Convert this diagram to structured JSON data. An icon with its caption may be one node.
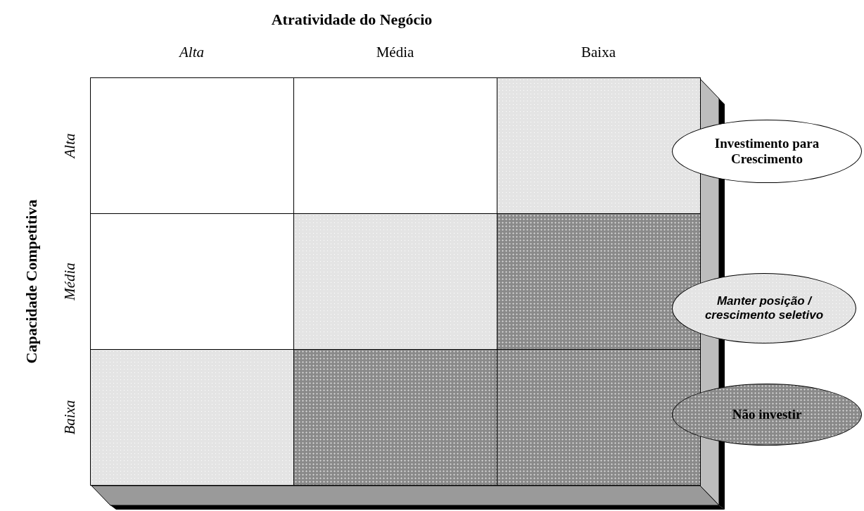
{
  "diagram": {
    "nodes": [
      {
        "text": [],
        "shape": "box"
      },
      {
        "text": [],
        "shape": "box"
      },
      {
        "text": [],
        "shape": "box"
      },
      {
        "text": [],
        "shape": "box"
      },
      {
        "text": [],
        "shape": "box"
      },
      {
        "text": [],
        "shape": "box"
      },
      {
        "text": [],
        "shape": "box"
      },
      {
        "text": [],
        "shape": "box"
      },
      {
        "text": [],
        "shape": "box"
      }
    ],
    "labels": [
      "Atratividade do Negócio",
      "Alta",
      "Média",
      "Baixa",
      "Capacidade Competitiva",
      "Alta",
      "Média",
      "Baixa"
    ],
    "legend": [
      {
        "text": "Investimento para Crescimento",
        "color": "#ffffff"
      },
      {
        "text": "Manter posição / crescimento seletivo",
        "color": "#e4e4e4"
      },
      {
        "text": "Não investir",
        "color": "#8a8a8a"
      }
    ]
  }
}
